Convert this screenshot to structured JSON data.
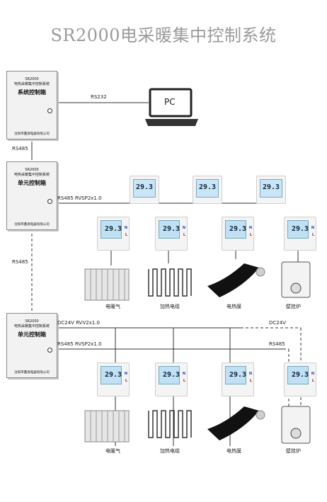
{
  "title": "SR2000电采暖集中控制系统",
  "system_box": {
    "model": "SR2000",
    "name": "电热采暖集中控制系统",
    "title": "系统控制箱",
    "company": "沈阳市鑫源电器有限公司"
  },
  "unit_box_1": {
    "model": "SR2000",
    "name": "电热采暖集中控制系统",
    "title": "单元控制箱",
    "company": "沈阳市鑫源电器有限公司"
  },
  "unit_box_2": {
    "model": "SR2000",
    "name": "电热采暖集中控制系统",
    "title": "单元控制箱",
    "company": "沈阳市鑫源电器有限公司"
  },
  "pc_label": "PC",
  "links": {
    "rs232": "RS232",
    "rs485_a": "RS485",
    "rs485_b": "RS485",
    "bus1": "RS485  RVSP2x1.0",
    "power2": "DC24V  RVV2x1.0",
    "bus2": "RS485  RVSP2x1.0",
    "dc24v": "DC24V",
    "rs485_c": "RS485"
  },
  "thermostat_reading": "29.3",
  "thermostat_reading_b": "29.3",
  "terminal_n": "N",
  "terminal_l": "L",
  "devices_1": [
    "电暖气",
    "加热电缆",
    "电热膜",
    "壁挂炉"
  ],
  "devices_2": [
    "电暖气",
    "加热电缆",
    "电热膜",
    "壁挂炉"
  ]
}
